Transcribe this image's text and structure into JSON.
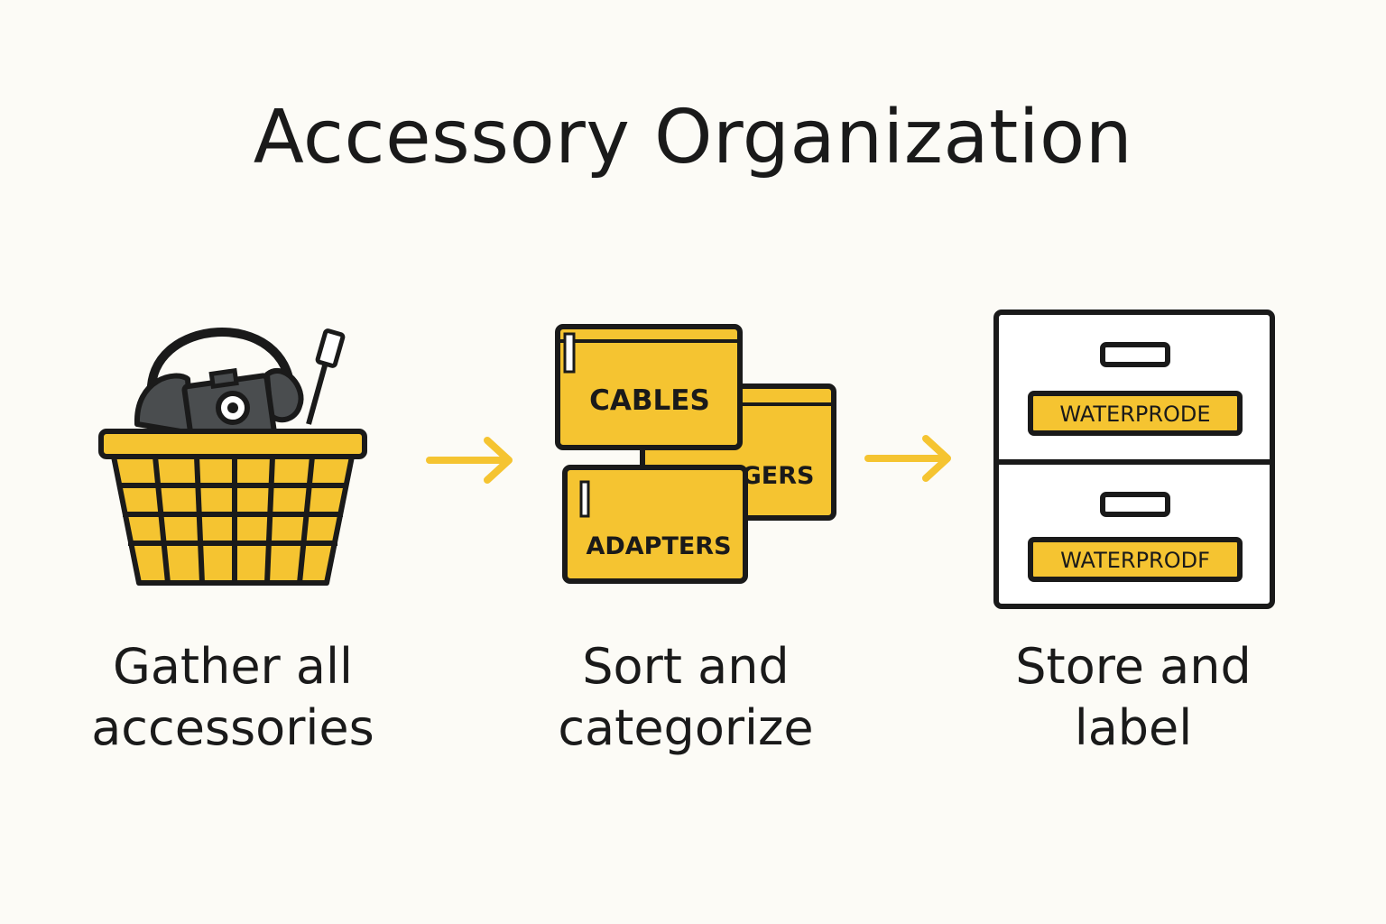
{
  "title": "Accessory Organization",
  "steps": [
    {
      "label_line1": "Gather all",
      "label_line2": "accessories",
      "icon": "basket-icon"
    },
    {
      "label_line1": "Sort and",
      "label_line2": "categorize",
      "icon": "folders-icon",
      "folders": [
        "CABLES",
        "CHARGERS",
        "ADAPTERS"
      ]
    },
    {
      "label_line1": "Store and",
      "label_line2": "label",
      "icon": "cabinet-icon",
      "drawer_labels": [
        "WATERPRODE",
        "WATERPRODF"
      ]
    }
  ],
  "colors": {
    "accent": "#f5c431",
    "outline": "#1a1a1a",
    "background": "#fcfbf6",
    "dark_gray": "#4a4d4f"
  }
}
